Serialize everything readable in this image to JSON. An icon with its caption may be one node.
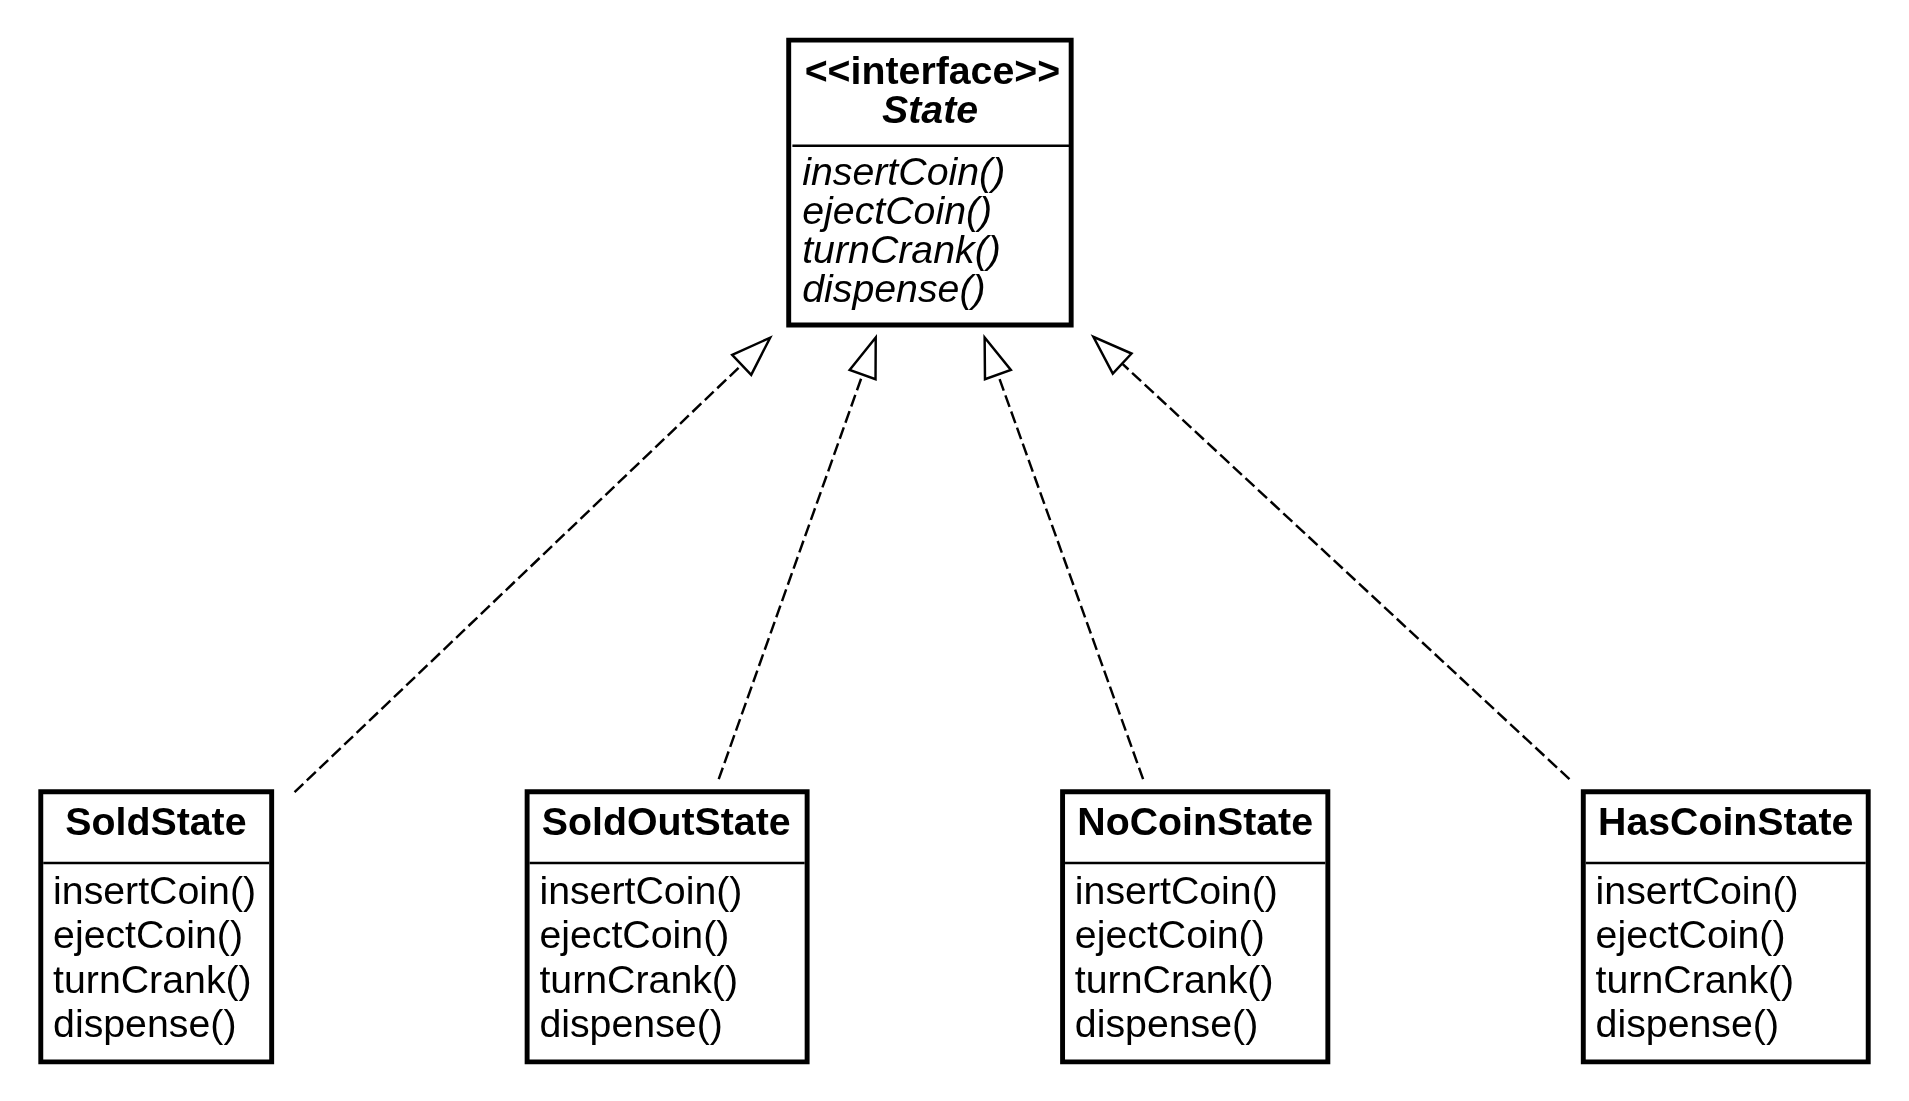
{
  "diagram": {
    "nodes": [
      {
        "text": [
          "<<interface>>",
          "State",
          "insertCoin()",
          "ejectCoin()",
          "turnCrank()",
          "dispense()"
        ]
      },
      {
        "text": [
          "SoldState",
          "insertCoin()",
          "ejectCoin()",
          "turnCrank()",
          "dispense()"
        ]
      },
      {
        "text": [
          "SoldOutState",
          "insertCoin()",
          "ejectCoin()",
          "turnCrank()",
          "dispense()"
        ]
      },
      {
        "text": [
          "NoCoinState",
          "insertCoin()",
          "ejectCoin()",
          "turnCrank()",
          "dispense()"
        ]
      },
      {
        "text": [
          "HasCoinState",
          "insertCoin()",
          "ejectCoin()",
          "turnCrank()",
          "dispense()"
        ]
      }
    ],
    "edges": [
      {
        "from": 1,
        "to": 0,
        "arrow": "to",
        "style": "dashed"
      },
      {
        "from": 2,
        "to": 0,
        "arrow": "to",
        "style": "dashed"
      },
      {
        "from": 3,
        "to": 0,
        "arrow": "to",
        "style": "dashed"
      },
      {
        "from": 4,
        "to": 0,
        "arrow": "to",
        "style": "dashed"
      }
    ]
  }
}
